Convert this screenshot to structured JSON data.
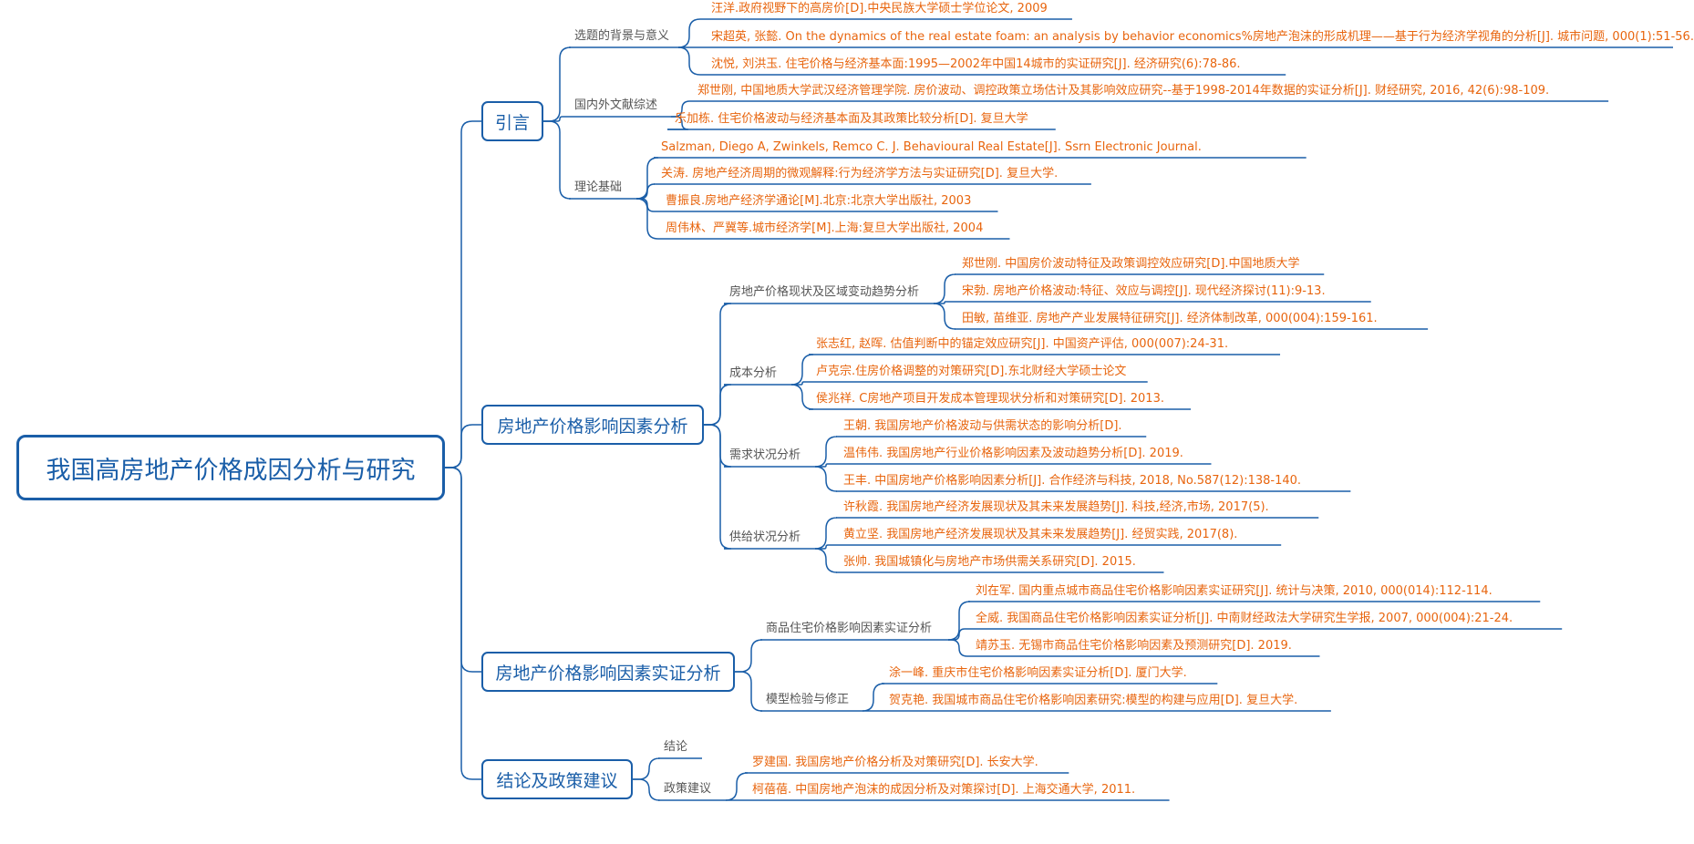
{
  "root": "我国高房地产价格成因分析与研究",
  "branches": [
    {
      "label": "引言",
      "children": [
        {
          "label": "选题的背景与意义",
          "leaves": [
            "汪洋.政府视野下的高房价[D].中央民族大学硕士学位论文, 2009",
            "宋超英, 张懿. On the dynamics of the real estate foam: an analysis by behavior economics%房地产泡沫的形成机理——基于行为经济学视角的分析[J]. 城市问题, 000(1):51-56.",
            "沈悦, 刘洪玉. 住宅价格与经济基本面:1995—2002年中国14城市的实证研究[J]. 经济研究(6):78-86."
          ]
        },
        {
          "label": "国内外文献综述",
          "leaves": [
            "郑世刚, 中国地质大学武汉经济管理学院. 房价波动、调控政策立场估计及其影响效应研究--基于1998-2014年数据的实证分析[J]. 财经研究, 2016, 42(6):98-109.",
            "乐加栋. 住宅价格波动与经济基本面及其政策比较分析[D]. 复旦大学"
          ]
        },
        {
          "label": "理论基础",
          "leaves": [
            "Salzman, Diego A, Zwinkels, Remco C. J. Behavioural Real Estate[J]. Ssrn Electronic Journal.",
            "关涛. 房地产经济周期的微观解释:行为经济学方法与实证研究[D]. 复旦大学.",
            "曹振良.房地产经济学通论[M].北京:北京大学出版社, 2003",
            "周伟林、严冀等.城市经济学[M].上海:复旦大学出版社, 2004"
          ]
        }
      ]
    },
    {
      "label": "房地产价格影响因素分析",
      "children": [
        {
          "label": "房地产价格现状及区域变动趋势分析",
          "leaves": [
            "郑世刚. 中国房价波动特征及政策调控效应研究[D].中国地质大学",
            "宋勃. 房地产价格波动:特征、效应与调控[J]. 现代经济探讨(11):9-13.",
            "田敏, 苗维亚. 房地产产业发展特征研究[J]. 经济体制改革, 000(004):159-161."
          ]
        },
        {
          "label": "成本分析",
          "leaves": [
            "张志红, 赵晖. 估值判断中的锚定效应研究[J]. 中国资产评估, 000(007):24-31.",
            "卢克宗.住房价格调整的对策研究[D].东北财经大学硕士论文",
            "侯兆祥. C房地产项目开发成本管理现状分析和对策研究[D]. 2013."
          ]
        },
        {
          "label": "需求状况分析",
          "leaves": [
            "王朝. 我国房地产价格波动与供需状态的影响分析[D].",
            "温伟伟. 我国房地产行业价格影响因素及波动趋势分析[D]. 2019.",
            "王丰. 中国房地产价格影响因素分析[J]. 合作经济与科技, 2018, No.587(12):138-140."
          ]
        },
        {
          "label": "供给状况分析",
          "leaves": [
            "许秋霞. 我国房地产经济发展现状及其未来发展趋势[J]. 科技,经济,市场, 2017(5).",
            "黄立坚. 我国房地产经济发展现状及其未来发展趋势[J]. 经贸实践, 2017(8).",
            "张帅. 我国城镇化与房地产市场供需关系研究[D]. 2015."
          ]
        }
      ]
    },
    {
      "label": "房地产价格影响因素实证分析",
      "children": [
        {
          "label": "商品住宅价格影响因素实证分析",
          "leaves": [
            "刘在军. 国内重点城市商品住宅价格影响因素实证研究[J]. 统计与决策, 2010, 000(014):112-114.",
            "全威. 我国商品住宅价格影响因素实证分析[J]. 中南财经政法大学研究生学报, 2007, 000(004):21-24.",
            "靖苏玉. 无锡市商品住宅价格影响因素及预测研究[D]. 2019."
          ]
        },
        {
          "label": "模型检验与修正",
          "leaves": [
            "涂一峰. 重庆市住宅价格影响因素实证分析[D]. 厦门大学.",
            "贺克艳. 我国城市商品住宅价格影响因素研究:模型的构建与应用[D]. 复旦大学."
          ]
        }
      ]
    },
    {
      "label": "结论及政策建议",
      "children": [
        {
          "label": "结论",
          "leaves": []
        },
        {
          "label": "政策建议",
          "leaves": [
            "罗建国. 我国房地产价格分析及对策研究[D]. 长安大学.",
            "柯蓓蓓. 中国房地产泡沫的成因分析及对策探讨[D]. 上海交通大学, 2011."
          ]
        }
      ]
    }
  ]
}
